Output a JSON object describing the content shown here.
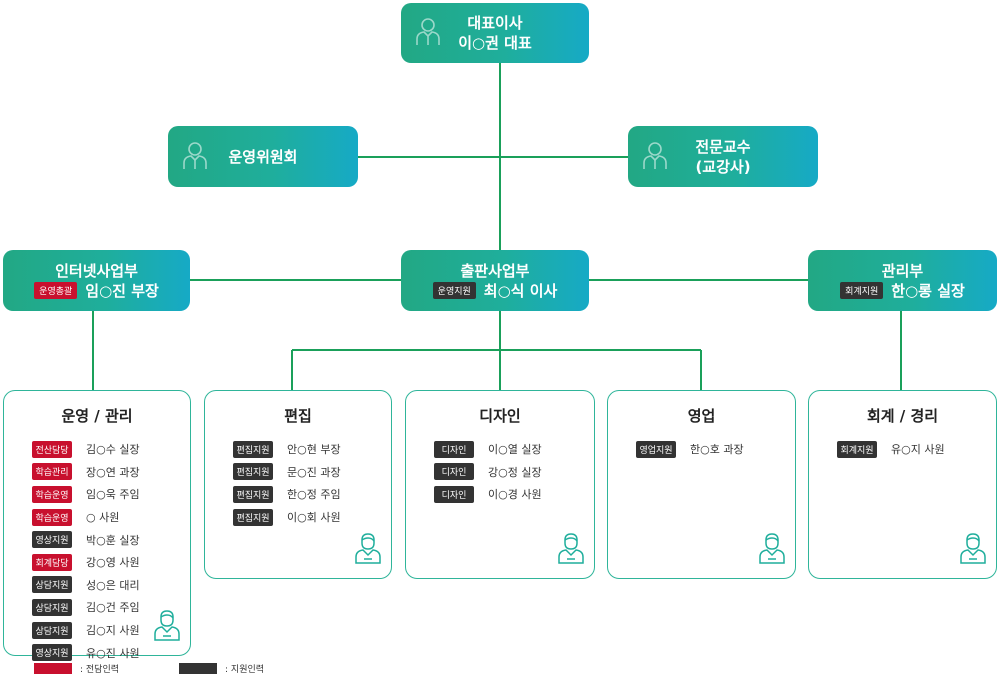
{
  "colors": {
    "accent_start": "#22a884",
    "accent_end": "#16aac6",
    "line": "#1aa05a",
    "red_tag": "#c8102e",
    "dark_tag": "#333333"
  },
  "ceo": {
    "title": "대표이사",
    "name": "이○권 대표"
  },
  "committee": {
    "title": "운영위원회"
  },
  "professor": {
    "title": "전문교수",
    "sub": "(교강사)"
  },
  "departments": {
    "internet": {
      "title": "인터넷사업부",
      "tag": "운영총괄",
      "head": "임○진 부장"
    },
    "publishing": {
      "title": "출판사업부",
      "tag": "운영지원",
      "head": "최○식 이사"
    },
    "admin": {
      "title": "관리부",
      "tag": "회계지원",
      "head": "한○롱 실장"
    }
  },
  "teams": [
    {
      "title": "운영 / 관리",
      "members": [
        {
          "tag": "전산담당",
          "name": "김○수 실장"
        },
        {
          "tag": "학습관리",
          "name": "장○연 과장"
        },
        {
          "tag": "학습운영",
          "name": "임○욱 주임"
        },
        {
          "tag": "학습운영",
          "name": "○ 사원"
        },
        {
          "tag": "영상지원",
          "name": "박○훈 실장"
        },
        {
          "tag": "회계담당",
          "name": "강○영 사원"
        },
        {
          "tag": "상담지원",
          "name": "성○은 대리"
        },
        {
          "tag": "상담지원",
          "name": "김○건 주임"
        },
        {
          "tag": "상담지원",
          "name": "김○지 사원"
        },
        {
          "tag": "영상지원",
          "name": "유○진 사원"
        }
      ]
    },
    {
      "title": "편집",
      "members": [
        {
          "tag": "편집지원",
          "name": "안○현 부장"
        },
        {
          "tag": "편집지원",
          "name": "문○진 과장"
        },
        {
          "tag": "편집지원",
          "name": "한○정 주임"
        },
        {
          "tag": "편집지원",
          "name": "이○회 사원"
        }
      ]
    },
    {
      "title": "디자인",
      "members": [
        {
          "tag": "디자인",
          "name": "이○열 실장"
        },
        {
          "tag": "디자인",
          "name": "강○정 실장"
        },
        {
          "tag": "디자인",
          "name": "이○경 사원"
        }
      ]
    },
    {
      "title": "영업",
      "members": [
        {
          "tag": "영업지원",
          "name": "한○호 과장"
        }
      ]
    },
    {
      "title": "회계 / 경리",
      "members": [
        {
          "tag": "회계지원",
          "name": "유○지 사원"
        }
      ]
    }
  ],
  "legend": {
    "red_label": ": 전담인력",
    "dark_label": ": 지원인력"
  }
}
